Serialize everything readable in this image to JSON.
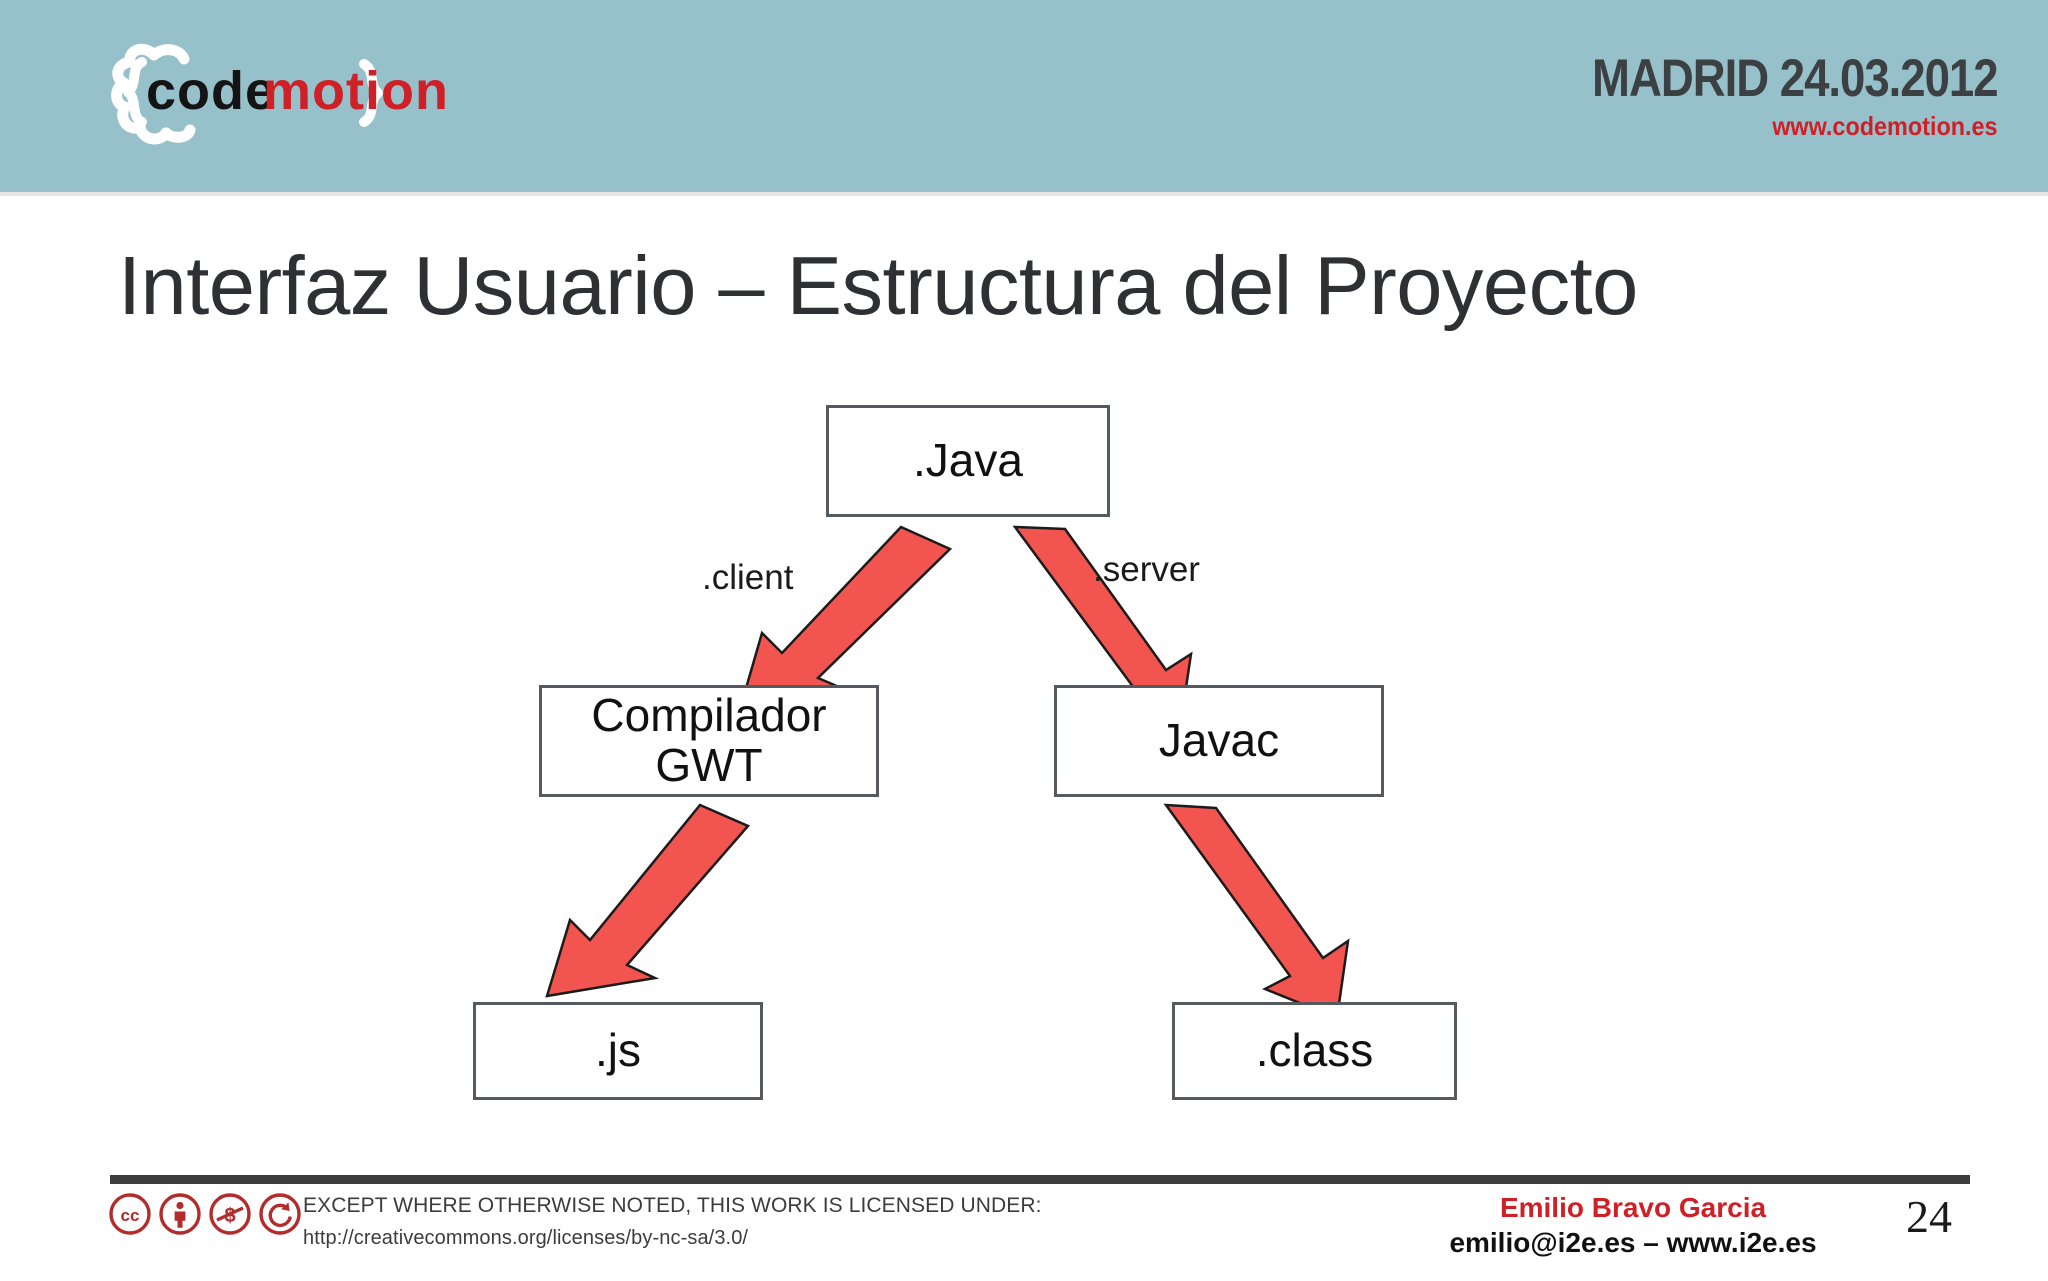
{
  "header": {
    "logo_text_dark": "code",
    "logo_text_red": "motion",
    "city_date": "MADRID 24.03.2012",
    "website": "www.codemotion.es",
    "band_color": "#96c0ca",
    "accent_color": "#cf2027"
  },
  "title": "Interfaz Usuario – Estructura del Proyecto",
  "diagram": {
    "type": "flowchart",
    "arrow_color": "#f2554f",
    "box_border_color": "#555a5e",
    "nodes": [
      {
        "id": "java",
        "label": ".Java"
      },
      {
        "id": "gwt",
        "label": "Compilador\nGWT",
        "line1": "Compilador",
        "line2": "GWT"
      },
      {
        "id": "javac",
        "label": "Javac"
      },
      {
        "id": "js",
        "label": ".js"
      },
      {
        "id": "class",
        "label": ".class"
      }
    ],
    "edges": [
      {
        "from": "java",
        "to": "gwt",
        "label": ".client"
      },
      {
        "from": "java",
        "to": "javac",
        "label": ".server"
      },
      {
        "from": "gwt",
        "to": "js",
        "label": ""
      },
      {
        "from": "javac",
        "to": "class",
        "label": ""
      }
    ]
  },
  "footer": {
    "license_line1": "EXCEPT WHERE OTHERWISE NOTED, THIS WORK IS LICENSED UNDER:",
    "license_line2": "http://creativecommons.org/licenses/by-nc-sa/3.0/",
    "cc_icons": [
      "cc-logo-icon",
      "cc-by-attribution-icon",
      "cc-nc-noncommercial-icon",
      "cc-sa-sharealike-icon"
    ],
    "author_name": "Emilio Bravo Garcia",
    "author_contact": "emilio@i2e.es – www.i2e.es",
    "page_number": "24"
  }
}
